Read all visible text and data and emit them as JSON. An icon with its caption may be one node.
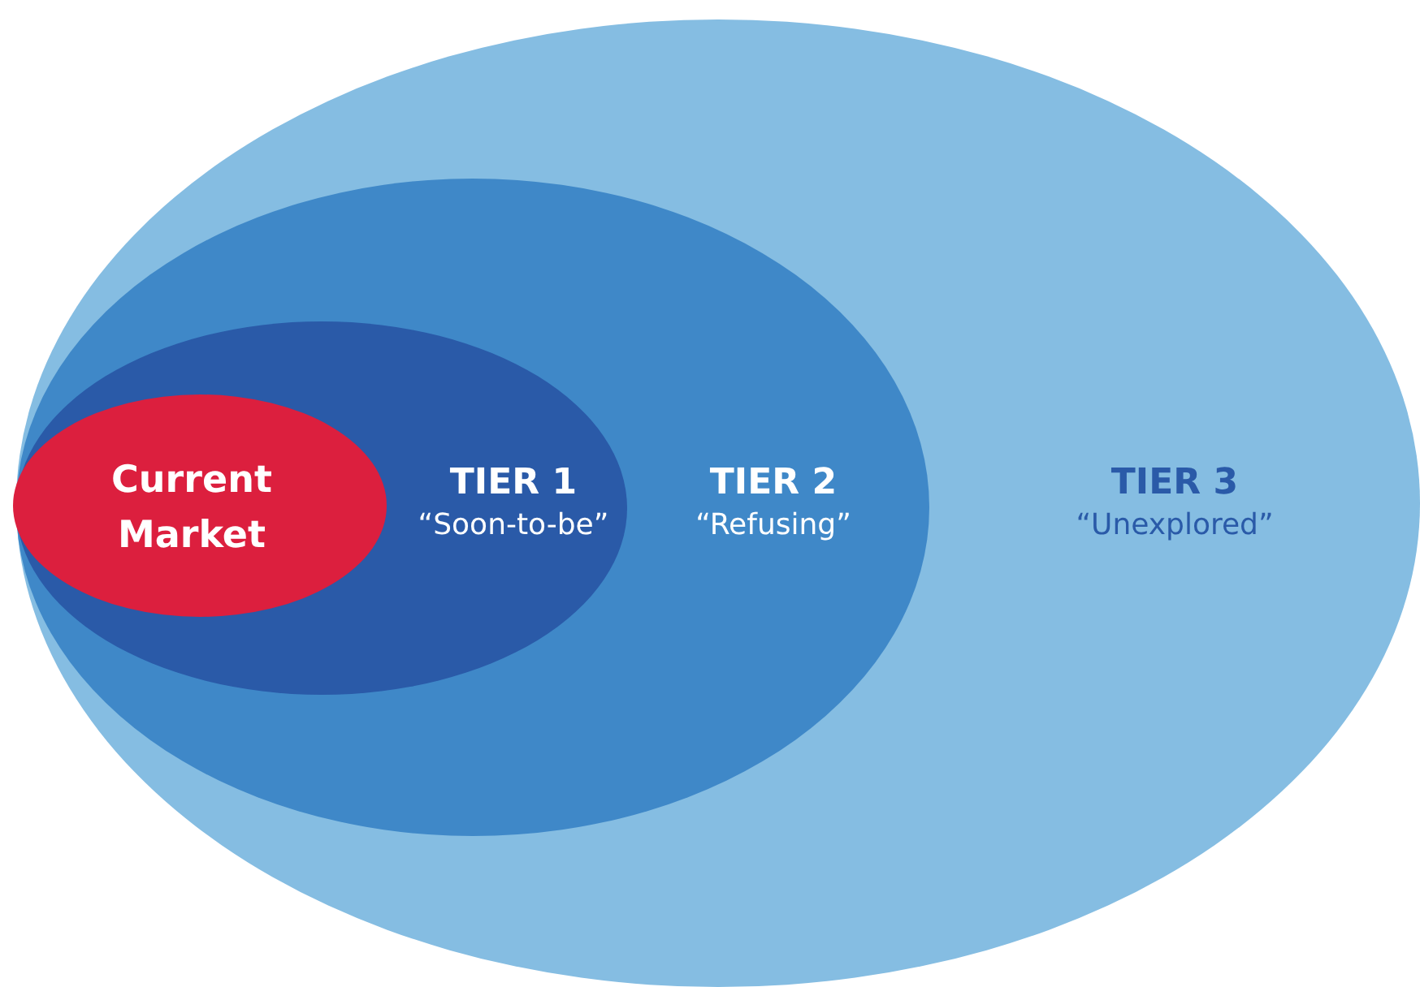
{
  "diagram": {
    "nodes": [
      {
        "text": [
          "TIER 3",
          "“Unexplored”"
        ]
      },
      {
        "text": [
          "TIER 2",
          "“Refusing”"
        ],
        "in": 0
      },
      {
        "text": [
          "TIER 1",
          "“Soon-to-be”"
        ],
        "in": 1
      },
      {
        "text": [
          "Current Market"
        ],
        "in": 2
      }
    ]
  }
}
